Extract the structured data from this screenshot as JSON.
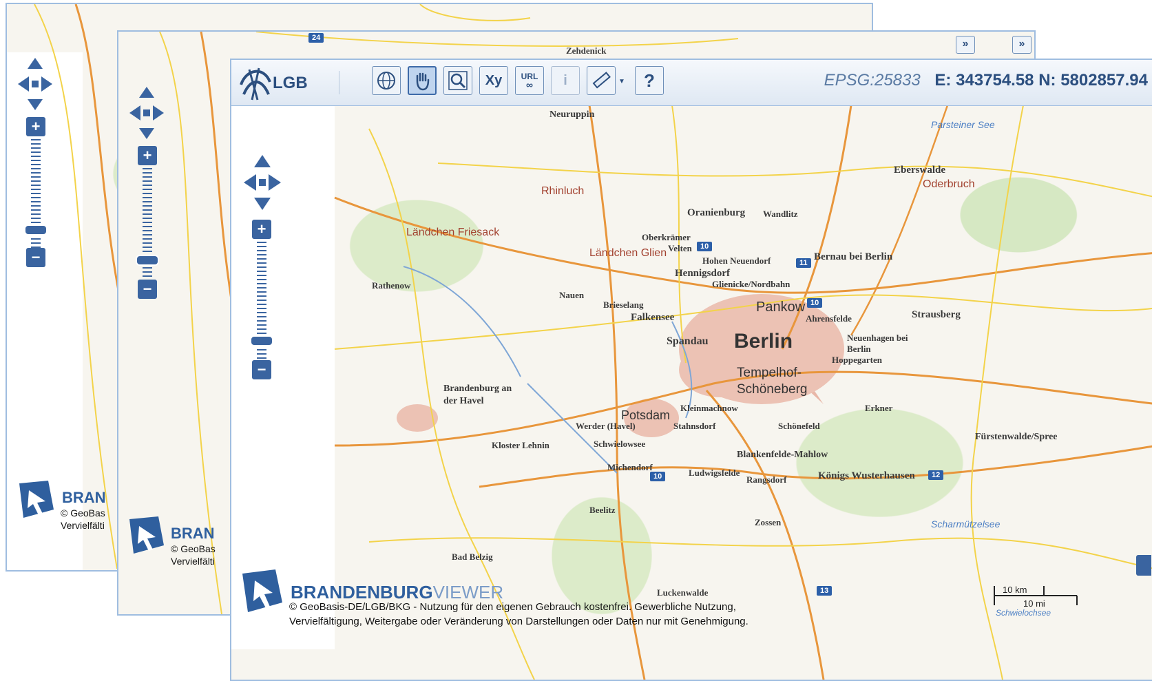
{
  "toolbar": {
    "logo_text": "LGB",
    "tools": [
      {
        "name": "globe-tool",
        "icon": "globe-icon",
        "label": ""
      },
      {
        "name": "pan-tool",
        "icon": "hand-icon",
        "label": "",
        "active": true
      },
      {
        "name": "zoom-box-tool",
        "icon": "magnifier-icon",
        "label": ""
      },
      {
        "name": "coordinate-tool",
        "icon": "xy-icon",
        "label": "Xy"
      },
      {
        "name": "url-tool",
        "icon": "url-link-icon",
        "label": "URL"
      },
      {
        "name": "info-tool",
        "icon": "info-icon",
        "label": "i",
        "disabled": true
      },
      {
        "name": "measure-tool",
        "icon": "ruler-icon",
        "label": ""
      },
      {
        "name": "help-tool",
        "icon": "help-icon",
        "label": "?"
      }
    ],
    "coords": {
      "epsg": "EPSG:25833",
      "easting": "E: 343754.58",
      "northing": "N: 5802857.94"
    }
  },
  "brand": {
    "name_bold": "BRANDENBURG",
    "name_light": "VIEWER",
    "name_truncated": "BRAN",
    "copyright_line1": "© GeoBasis-DE/LGB/BKG  -   Nutzung für den eigenen Gebrauch kostenfrei. Gewerbliche Nutzung,",
    "copyright_line2": "Vervielfältigung, Weitergabe oder Veränderung von Darstellungen oder Daten nur mit Genehmigung.",
    "copyright_trunc1": "© GeoBas",
    "copyright_trunc2": "Vervielfälti"
  },
  "map": {
    "places": [
      {
        "text": "Neuruppin",
        "style": "normal"
      },
      {
        "text": "Rhinluch",
        "style": "region"
      },
      {
        "text": "Ländchen Friesack",
        "style": "region"
      },
      {
        "text": "Ländchen Glien",
        "style": "region"
      },
      {
        "text": "Oranienburg",
        "style": "normal"
      },
      {
        "text": "Wandlitz",
        "style": "normal"
      },
      {
        "text": "Eberswalde",
        "style": "normal"
      },
      {
        "text": "Oderbruch",
        "style": "region"
      },
      {
        "text": "Parsteiner See",
        "style": "water"
      },
      {
        "text": "Oberkrämer",
        "style": "normal"
      },
      {
        "text": "Velten",
        "style": "normal"
      },
      {
        "text": "Hohen Neuendorf",
        "style": "normal"
      },
      {
        "text": "Bernau bei Berlin",
        "style": "normal"
      },
      {
        "text": "Hennigsdorf",
        "style": "normal"
      },
      {
        "text": "Glienicke/Nordbahn",
        "style": "normal"
      },
      {
        "text": "Rathenow",
        "style": "normal"
      },
      {
        "text": "Nauen",
        "style": "normal"
      },
      {
        "text": "Brieselang",
        "style": "normal"
      },
      {
        "text": "Falkensee",
        "style": "big"
      },
      {
        "text": "Pankow",
        "style": "big"
      },
      {
        "text": "Ahrensfelde",
        "style": "normal"
      },
      {
        "text": "Strausberg",
        "style": "normal"
      },
      {
        "text": "Spandau",
        "style": "big"
      },
      {
        "text": "Berlin",
        "style": "huge"
      },
      {
        "text": "Neuenhagen bei",
        "style": "normal"
      },
      {
        "text": "Berlin",
        "style": "normal"
      },
      {
        "text": "Hoppegarten",
        "style": "normal"
      },
      {
        "text": "Tempelhof-",
        "style": "big"
      },
      {
        "text": "Schöneberg",
        "style": "big"
      },
      {
        "text": "Brandenburg an",
        "style": "normal"
      },
      {
        "text": "der Havel",
        "style": "normal"
      },
      {
        "text": "Kleinmachnow",
        "style": "normal"
      },
      {
        "text": "Erkner",
        "style": "normal"
      },
      {
        "text": "Potsdam",
        "style": "big"
      },
      {
        "text": "Werder (Havel)",
        "style": "normal"
      },
      {
        "text": "Stahnsdorf",
        "style": "normal"
      },
      {
        "text": "Schönefeld",
        "style": "normal"
      },
      {
        "text": "Fürstenwalde/Spree",
        "style": "normal"
      },
      {
        "text": "Kloster Lehnin",
        "style": "normal"
      },
      {
        "text": "Schwielowsee",
        "style": "normal"
      },
      {
        "text": "Blankenfelde-Mahlow",
        "style": "normal"
      },
      {
        "text": "Michendorf",
        "style": "normal"
      },
      {
        "text": "Ludwigsfelde",
        "style": "normal"
      },
      {
        "text": "Rangsdorf",
        "style": "normal"
      },
      {
        "text": "Königs Wusterhausen",
        "style": "normal"
      },
      {
        "text": "Beelitz",
        "style": "normal"
      },
      {
        "text": "Zossen",
        "style": "normal"
      },
      {
        "text": "Scharmützelsee",
        "style": "water"
      },
      {
        "text": "Bad Belzig",
        "style": "normal"
      },
      {
        "text": "Luckenwalde",
        "style": "normal"
      },
      {
        "text": "Schwielochsee",
        "style": "water"
      },
      {
        "text": "Zehdenick",
        "style": "normal"
      }
    ],
    "shields": [
      "10",
      "11",
      "10",
      "10",
      "12",
      "13",
      "24"
    ],
    "scale": {
      "km": "10 km",
      "mi": "10 mi"
    }
  },
  "colors": {
    "accent": "#3a64a0",
    "border": "#9fbde0",
    "urban": "#e8b7a8",
    "road": "#e8963c"
  }
}
